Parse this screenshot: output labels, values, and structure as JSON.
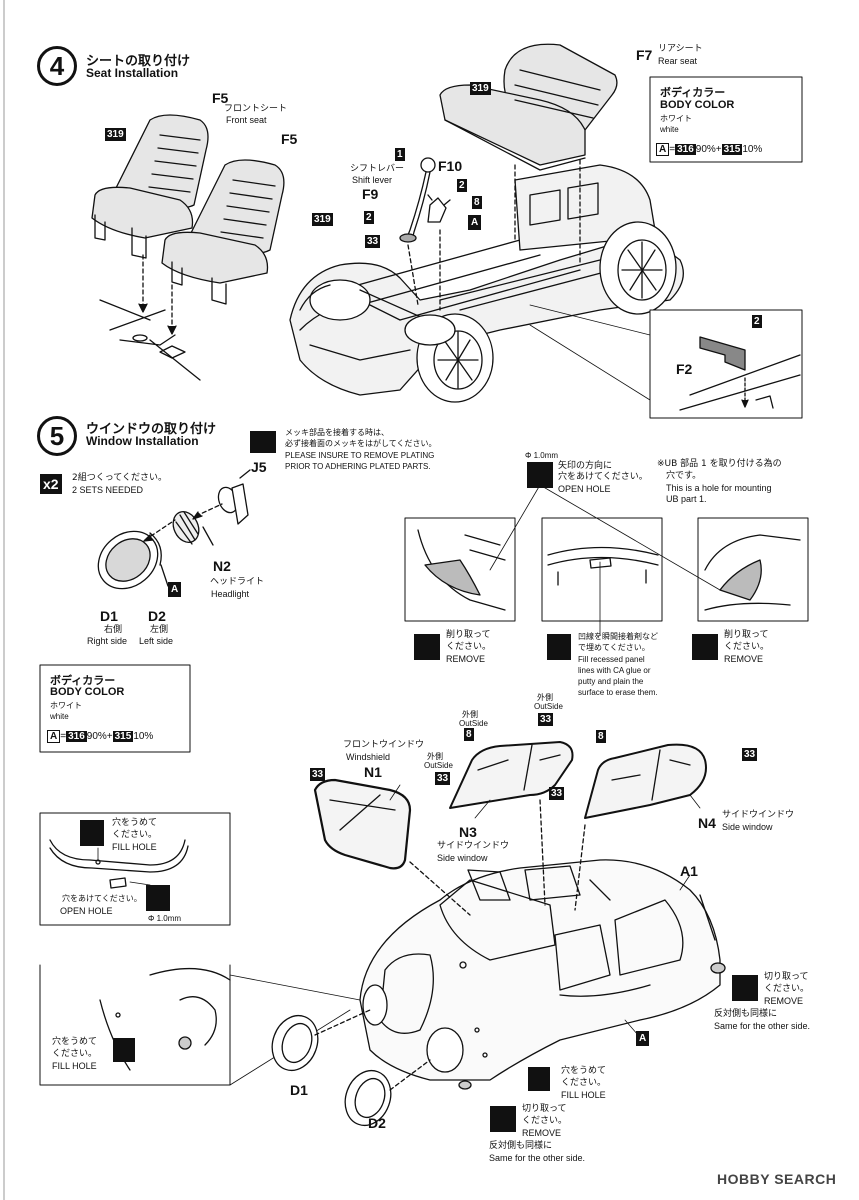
{
  "step4": {
    "number": "4",
    "title_jp": "シートの取り付け",
    "title_en": "Seat Installation"
  },
  "step5": {
    "number": "5",
    "title_jp": "ウインドウの取り付け",
    "title_en": "Window Installation"
  },
  "parts": {
    "f5a": "F5",
    "f5b": "F5",
    "front_seat_jp": "フロントシート",
    "front_seat_en": "Front seat",
    "f7": "F7",
    "rear_seat_jp": "リアシート",
    "rear_seat_en": "Rear seat",
    "f10": "F10",
    "f9": "F9",
    "f2": "F2",
    "shift_jp": "シフトレバー",
    "shift_en": "Shift lever",
    "j5": "J5",
    "n2": "N2",
    "headlight_jp": "ヘッドライト",
    "headlight_en": "Headlight",
    "d1": "D1",
    "d2": "D2",
    "right_jp": "右側",
    "right_en": "Right side",
    "left_jp": "左側",
    "left_en": "Left side",
    "n1": "N1",
    "windshield_jp": "フロントウインドウ",
    "windshield_en": "Windshield",
    "n3": "N3",
    "n4": "N4",
    "side_jp": "サイドウインドウ",
    "side_en": "Side window",
    "a1": "A1",
    "d1b": "D1",
    "d2b": "D2",
    "outside_jp": "外側",
    "outside_en": "OutSide"
  },
  "codes": {
    "c319": "319",
    "c1": "1",
    "c2": "2",
    "c8": "8",
    "cA": "A",
    "c33": "33",
    "c316": "316",
    "c315": "315"
  },
  "color_box": {
    "title_jp": "ボディカラー",
    "title_en": "BODY COLOR",
    "white_jp": "ホワイト",
    "white_en": "white",
    "eq": "=",
    "pct1": "90%",
    "plus": "+",
    "pct2": "10%"
  },
  "notes": {
    "x2": "x2",
    "sets_jp": "2組つくってください。",
    "sets_en": "2 SETS NEEDED",
    "plating_jp1": "メッキ部品を接着する時は、",
    "plating_jp2": "必ず接着面のメッキをはがしてください。",
    "plating_en1": "PLEASE INSURE TO REMOVE PLATING",
    "plating_en2": "PRIOR TO ADHERING PLATED PARTS.",
    "phi": "Φ 1.0mm",
    "open_jp1": "矢印の方向に",
    "open_jp2": "穴をあけてください。",
    "open_en": "OPEN HOLE",
    "ub_jp1": "※UB 部品 1 を取り付ける為の",
    "ub_jp2": "穴です。",
    "ub_en1": "This is a hole for mounting",
    "ub_en2": "UB part 1.",
    "remove_jp1": "削り取って",
    "remove_jp2": "ください。",
    "remove_en": "REMOVE",
    "fill_jp1": "凹線を瞬間接着剤など",
    "fill_jp2": "で埋めてください。",
    "fill_en1": "Fill recessed panel",
    "fill_en2": "lines with CA glue or",
    "fill_en3": "putty and plain the",
    "fill_en4": "surface to erase them.",
    "fillhole_jp1": "穴をうめて",
    "fillhole_jp2": "ください。",
    "fillhole_en": "FILL HOLE",
    "openhole_jp": "穴をあけてください。",
    "openhole_en": "OPEN HOLE",
    "phi2": "Φ 1.0mm",
    "cut_jp1": "切り取って",
    "cut_jp2": "ください。",
    "cut_en": "REMOVE",
    "same_jp": "反対側も同様に",
    "same_en": "Same for the other side."
  },
  "watermark": "HOBBY SEARCH"
}
